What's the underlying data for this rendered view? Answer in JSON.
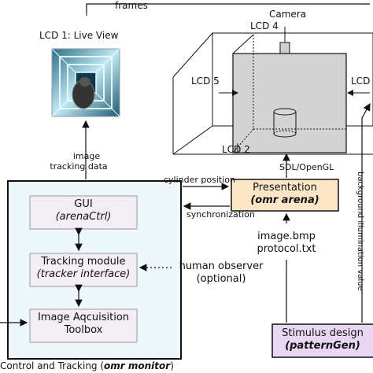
{
  "labels": {
    "frames": "frames",
    "camera": "Camera",
    "lcd1": "LCD 1: Live View",
    "lcd4": "LCD 4",
    "lcd5": "LCD 5",
    "lcd3": "LCD",
    "lcd2": "LCD 2",
    "image_tracking_1": "image",
    "image_tracking_2": "tracking data",
    "cylinder_position": "cylinder position",
    "synchronization": "synchronization",
    "sdl": "SDL/OpenGL",
    "background": "background illumination value",
    "image_bmp": "image.bmp",
    "protocol": "protocol.txt",
    "human_1": "human observer",
    "human_2": "(optional)"
  },
  "boxes": {
    "gui_title": "GUI",
    "gui_sub": "(arenaCtrl)",
    "tracking_title": "Tracking module",
    "tracking_sub": "(tracker interface)",
    "acq_title": "Image Aqcuisition",
    "acq_sub": "Toolbox",
    "presentation_title": "Presentation",
    "presentation_sub": "(omr arena)",
    "stimulus_title": "Stimulus design",
    "stimulus_sub": "(patternGen)",
    "control_prefix": "Control and Tracking (",
    "control_em": "omr monitor",
    "control_suffix": ")"
  },
  "colors": {
    "control_border": "#111111",
    "control_fill": "#eef8fc",
    "inner_fill": "#f3eef3",
    "presentation_fill": "#fde6c8",
    "stimulus_fill": "#e9d6f2",
    "arena_fill": "#d3d3d3"
  }
}
